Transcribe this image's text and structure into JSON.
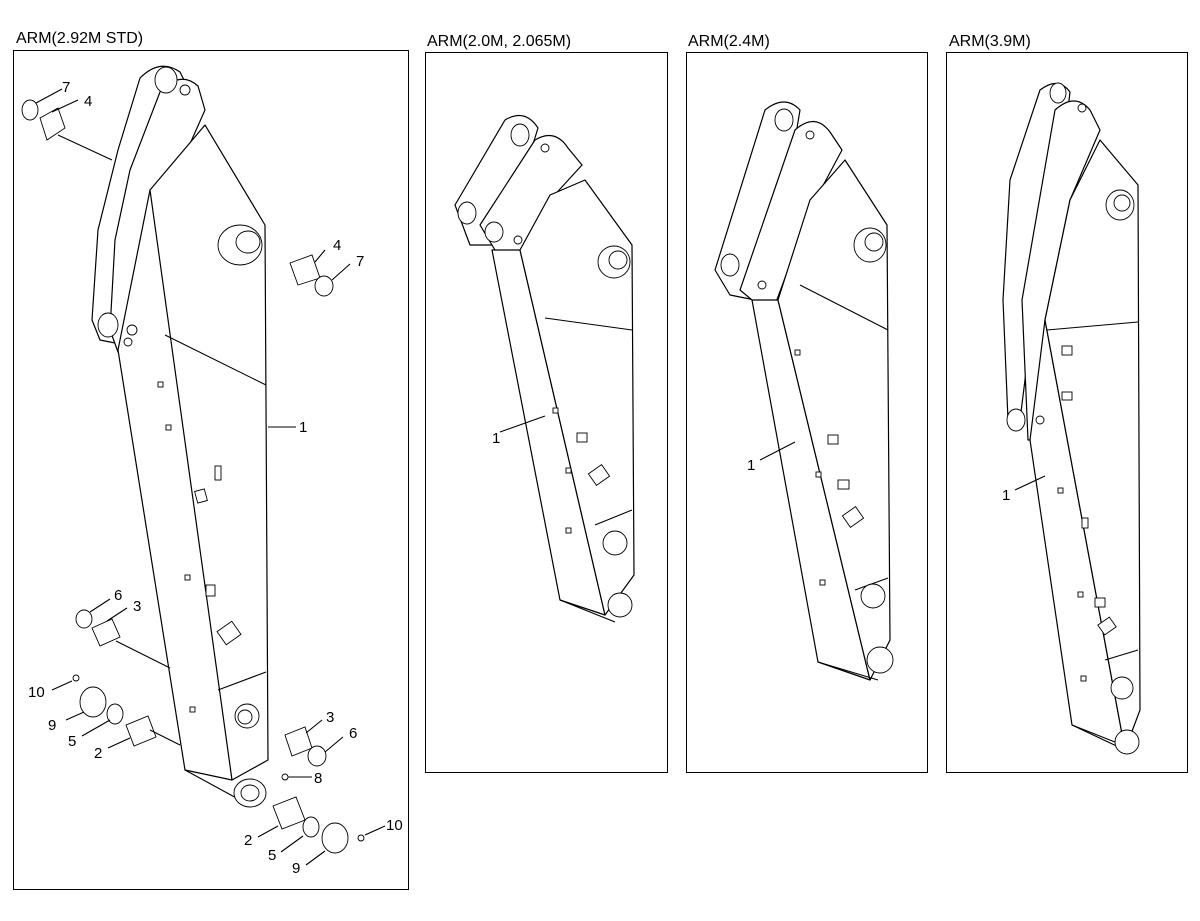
{
  "panels": [
    {
      "title": "ARM(2.92M STD)"
    },
    {
      "title": "ARM(2.0M, 2.065M)"
    },
    {
      "title": "ARM(2.4M)"
    },
    {
      "title": "ARM(3.9M)"
    }
  ],
  "callouts": {
    "std": [
      "7",
      "4",
      "4",
      "7",
      "1",
      "6",
      "3",
      "10",
      "9",
      "5",
      "2",
      "3",
      "6",
      "8",
      "10",
      "2",
      "5",
      "9"
    ],
    "p2": [
      "1"
    ],
    "p3": [
      "1"
    ],
    "p4": [
      "1"
    ]
  }
}
